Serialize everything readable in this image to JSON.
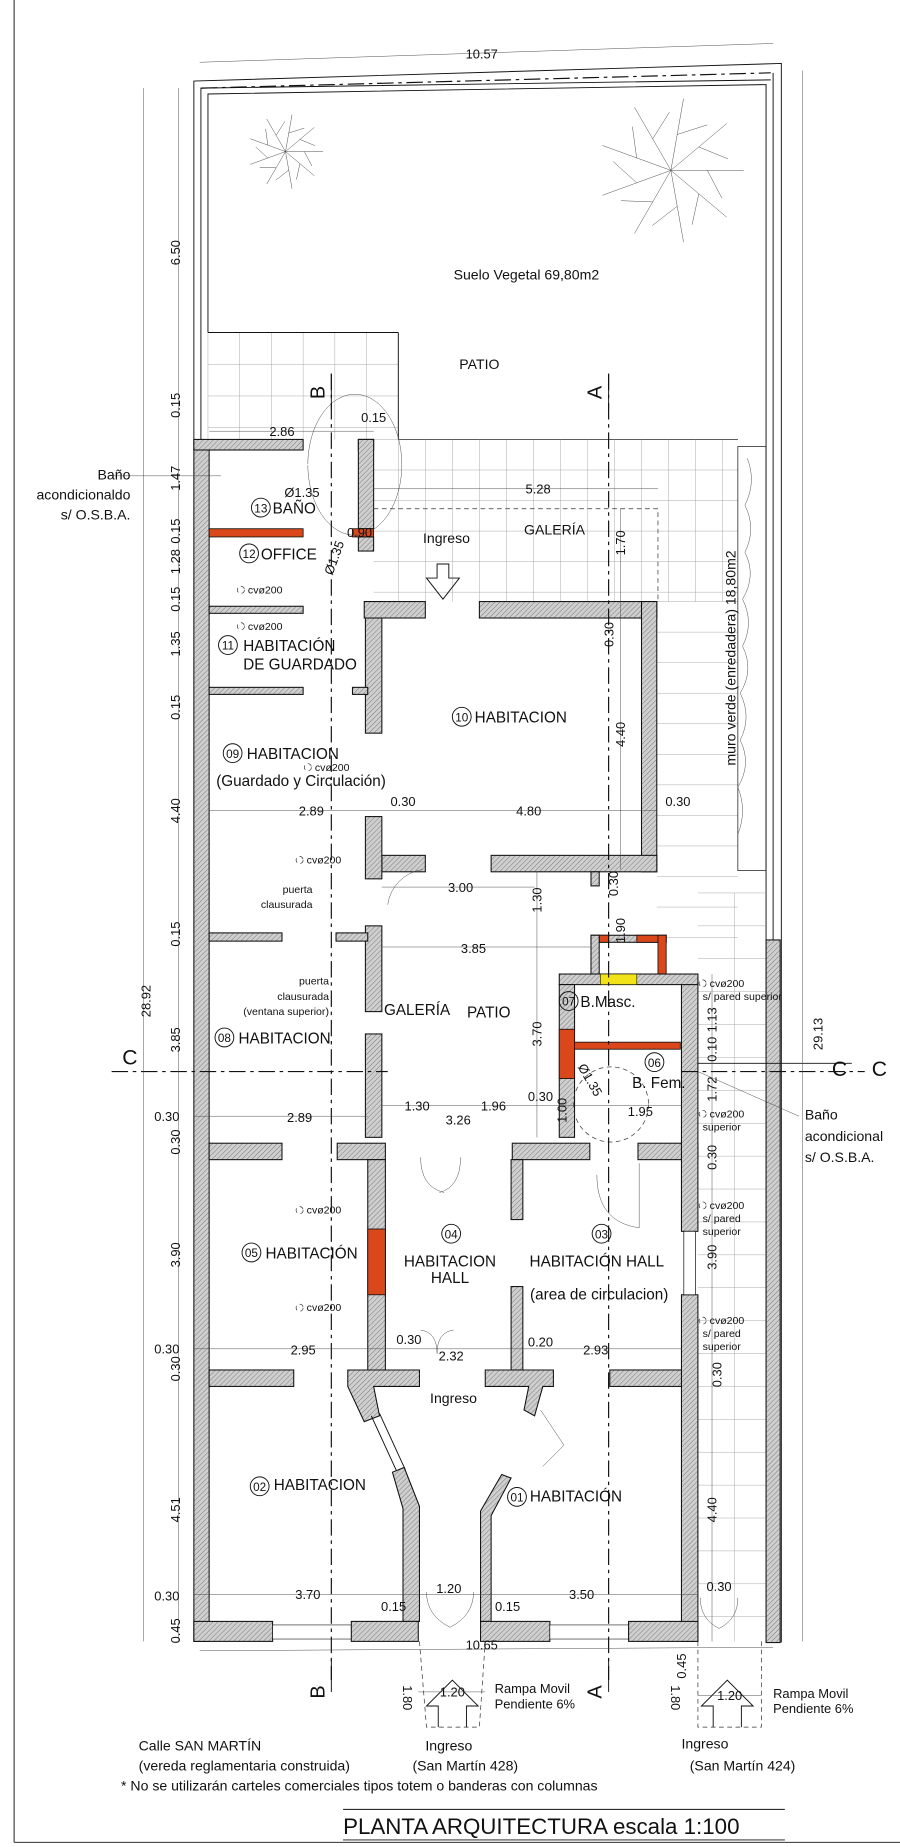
{
  "title": "PLANTA ARQUITECTURA  escala 1:100",
  "colors": {
    "wall_new": "#d9471b",
    "wall_highlight": "#f2e21a",
    "wall_existing": "#c8c8c8"
  },
  "labels": {
    "suelo": "Suelo Vegetal 69,80m2",
    "patio_top": "PATIO",
    "galeria_top": "GALERÍA",
    "ingreso_top": "Ingreso",
    "galeria_mid": "GALERÍA",
    "patio_mid": "PATIO",
    "ingreso_bottom": "Ingreso",
    "muro_verde": "muro verde (enredadera) 18,80m2",
    "puerta1": [
      "puerta",
      "clausurada"
    ],
    "puerta2": [
      "puerta",
      "clausurada",
      "(ventana superior)"
    ],
    "bano_left": [
      "Baño",
      "acondicionaldo",
      "s/ O.S.B.A."
    ],
    "bano_right": [
      "Baño",
      "acondicional",
      "s/ O.S.B.A."
    ],
    "rampa1": [
      "Rampa Movil",
      "Pendiente 6%"
    ],
    "rampa2": [
      "Rampa Movil",
      "Pendiente 6%"
    ],
    "ingreso428": [
      "Ingreso",
      "(San Martín 428)"
    ],
    "ingreso424": [
      "Ingreso",
      "(San Martín 424)"
    ],
    "street": [
      "Calle  SAN MARTÍN",
      "(vereda reglamentaria construida)"
    ],
    "note": "* No se utilizarán carteles comerciales tipos totem o banderas con columnas",
    "cvo": "cvø200",
    "s_pared_superior": "s/ pared superior",
    "s_pared": "s/ pared",
    "superior": "superior"
  },
  "sections": {
    "b": "B",
    "a": "A",
    "c": "C"
  },
  "rooms": [
    {
      "number": "13",
      "name": "BAÑO"
    },
    {
      "number": "12",
      "name": "OFFICE"
    },
    {
      "number": "11",
      "name": "HABITACIÓN",
      "name2": "DE GUARDADO"
    },
    {
      "number": "10",
      "name": "HABITACION"
    },
    {
      "number": "09",
      "name": "HABITACION",
      "name2": "(Guardado y Circulación)"
    },
    {
      "number": "08",
      "name": "HABITACION"
    },
    {
      "number": "07",
      "name": "B.Masc."
    },
    {
      "number": "06",
      "name": "B. Fem."
    },
    {
      "number": "05",
      "name": "HABITACIÓN"
    },
    {
      "number": "04",
      "name": "HABITACION",
      "name2": "HALL"
    },
    {
      "number": "03",
      "name": "HABITACIÓN HALL",
      "name2": "(area de circulacion)"
    },
    {
      "number": "02",
      "name": "HABITACION"
    },
    {
      "number": "01",
      "name": "HABITACIÓN"
    }
  ],
  "dimensions": [
    "10.57",
    "6.50",
    "0.15",
    "1.47",
    "0.15",
    "1.28",
    "0.15",
    "1.35",
    "0.15",
    "4.40",
    "0.15",
    "3.85",
    "0.30",
    "0.30",
    "3.90",
    "0.30",
    "0.30",
    "4.51",
    "0.30",
    "0.45",
    "28.92",
    "29.13",
    "2.86",
    "0.15",
    "5.28",
    "0.90",
    "Ø1.35",
    "1.70",
    "Ø1.35",
    "0.30",
    "4.40",
    "2.89",
    "0.30",
    "4.80",
    "0.30",
    "3.00",
    "1.30",
    "0.30",
    "1.90",
    "3.85",
    "3.70",
    "1.13",
    "0.10",
    "1.72",
    "0.30",
    "1.30",
    "1.96",
    "0.30",
    "1.95",
    "1.00",
    "Ø1.35",
    "2.89",
    "3.26",
    "3.90",
    "0.30",
    "4.40",
    "0.30",
    "2.32",
    "0.20",
    "2.93",
    "2.95",
    "3.70",
    "0.15",
    "1.20",
    "0.15",
    "3.50",
    "0.30",
    "10.65",
    "0.45",
    "1.80",
    "1.20",
    "1.80",
    "1.20"
  ]
}
